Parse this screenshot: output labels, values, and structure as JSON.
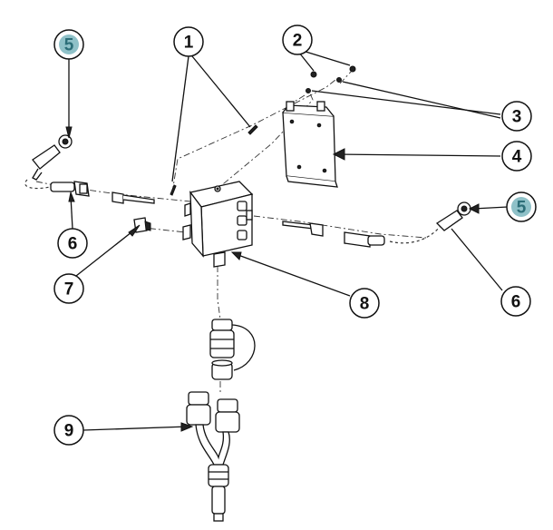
{
  "diagram": {
    "callouts": [
      {
        "id": "1",
        "label": "1",
        "highlight": false
      },
      {
        "id": "2",
        "label": "2",
        "highlight": false
      },
      {
        "id": "3",
        "label": "3",
        "highlight": false
      },
      {
        "id": "4",
        "label": "4",
        "highlight": false
      },
      {
        "id": "5a",
        "label": "5",
        "highlight": true
      },
      {
        "id": "5b",
        "label": "5",
        "highlight": true
      },
      {
        "id": "6a",
        "label": "6",
        "highlight": false
      },
      {
        "id": "6b",
        "label": "6",
        "highlight": false
      },
      {
        "id": "7",
        "label": "7",
        "highlight": false
      },
      {
        "id": "8",
        "label": "8",
        "highlight": false
      },
      {
        "id": "9",
        "label": "9",
        "highlight": false
      }
    ],
    "colors": {
      "line": "#111111",
      "callout_fill": "#ffffff",
      "highlight_fill": "#8fc1c8",
      "highlight_text": "#2c6e78"
    }
  }
}
